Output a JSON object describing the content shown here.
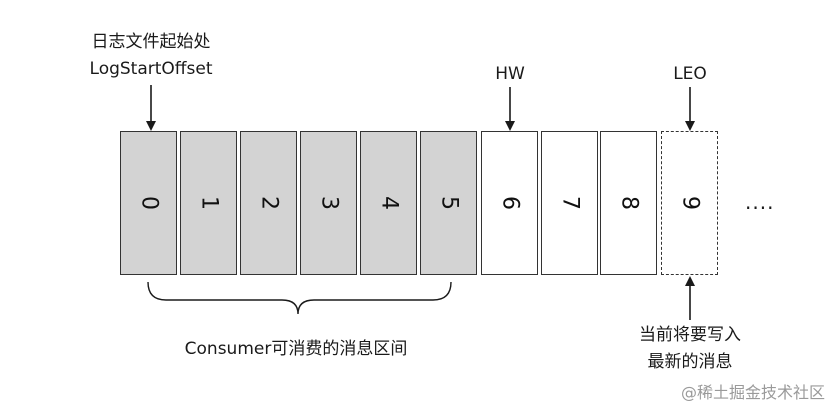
{
  "labels": {
    "log_start_title": "日志文件起始处",
    "log_start_offset": "LogStartOffset",
    "hw": "HW",
    "leo": "LEO",
    "consumer_range": "Consumer可消费的消息区间",
    "next_write_line1": "当前将要写入",
    "next_write_line2": "最新的消息",
    "ellipsis": "....",
    "watermark": "@稀土掘金技术社区"
  },
  "cells": [
    {
      "label": "0",
      "state": "consumed"
    },
    {
      "label": "1",
      "state": "consumed"
    },
    {
      "label": "2",
      "state": "consumed"
    },
    {
      "label": "3",
      "state": "consumed"
    },
    {
      "label": "4",
      "state": "consumed"
    },
    {
      "label": "5",
      "state": "consumed"
    },
    {
      "label": "6",
      "state": "unconsumed"
    },
    {
      "label": "7",
      "state": "unconsumed"
    },
    {
      "label": "8",
      "state": "unconsumed"
    },
    {
      "label": "9",
      "state": "leo"
    }
  ],
  "colors": {
    "consumed_fill": "#d3d3d3",
    "unconsumed_fill": "#ffffff",
    "stroke": "#333333"
  }
}
